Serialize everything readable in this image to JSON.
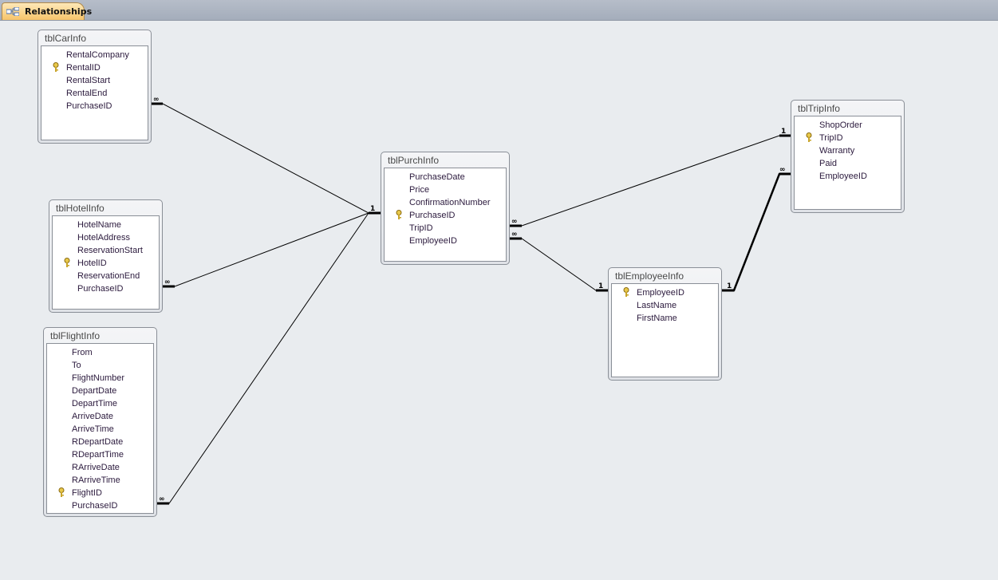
{
  "tab": {
    "label": "Relationships",
    "icon": "relationships-icon"
  },
  "tables": [
    {
      "name": "tblCarInfo",
      "fields": [
        "RentalCompany",
        "RentalID",
        "RentalStart",
        "RentalEnd",
        "PurchaseID"
      ],
      "key": "RentalID"
    },
    {
      "name": "tblHotelInfo",
      "fields": [
        "HotelName",
        "HotelAddress",
        "ReservationStart",
        "HotelID",
        "ReservationEnd",
        "PurchaseID"
      ],
      "key": "HotelID"
    },
    {
      "name": "tblFlightInfo",
      "fields": [
        "From",
        "To",
        "FlightNumber",
        "DepartDate",
        "DepartTime",
        "ArriveDate",
        "ArriveTime",
        "RDepartDate",
        "RDepartTime",
        "RArriveDate",
        "RArriveTime",
        "FlightID",
        "PurchaseID"
      ],
      "key": "FlightID"
    },
    {
      "name": "tblPurchInfo",
      "fields": [
        "PurchaseDate",
        "Price",
        "ConfirmationNumber",
        "PurchaseID",
        "TripID",
        "EmployeeID"
      ],
      "key": "PurchaseID"
    },
    {
      "name": "tblTripInfo",
      "fields": [
        "ShopOrder",
        "TripID",
        "Warranty",
        "Paid",
        "EmployeeID"
      ],
      "key": "TripID"
    },
    {
      "name": "tblEmployeeInfo",
      "fields": [
        "EmployeeID",
        "LastName",
        "FirstName"
      ],
      "key": "EmployeeID"
    }
  ],
  "cardinality": {
    "one": "1",
    "many": "∞"
  }
}
